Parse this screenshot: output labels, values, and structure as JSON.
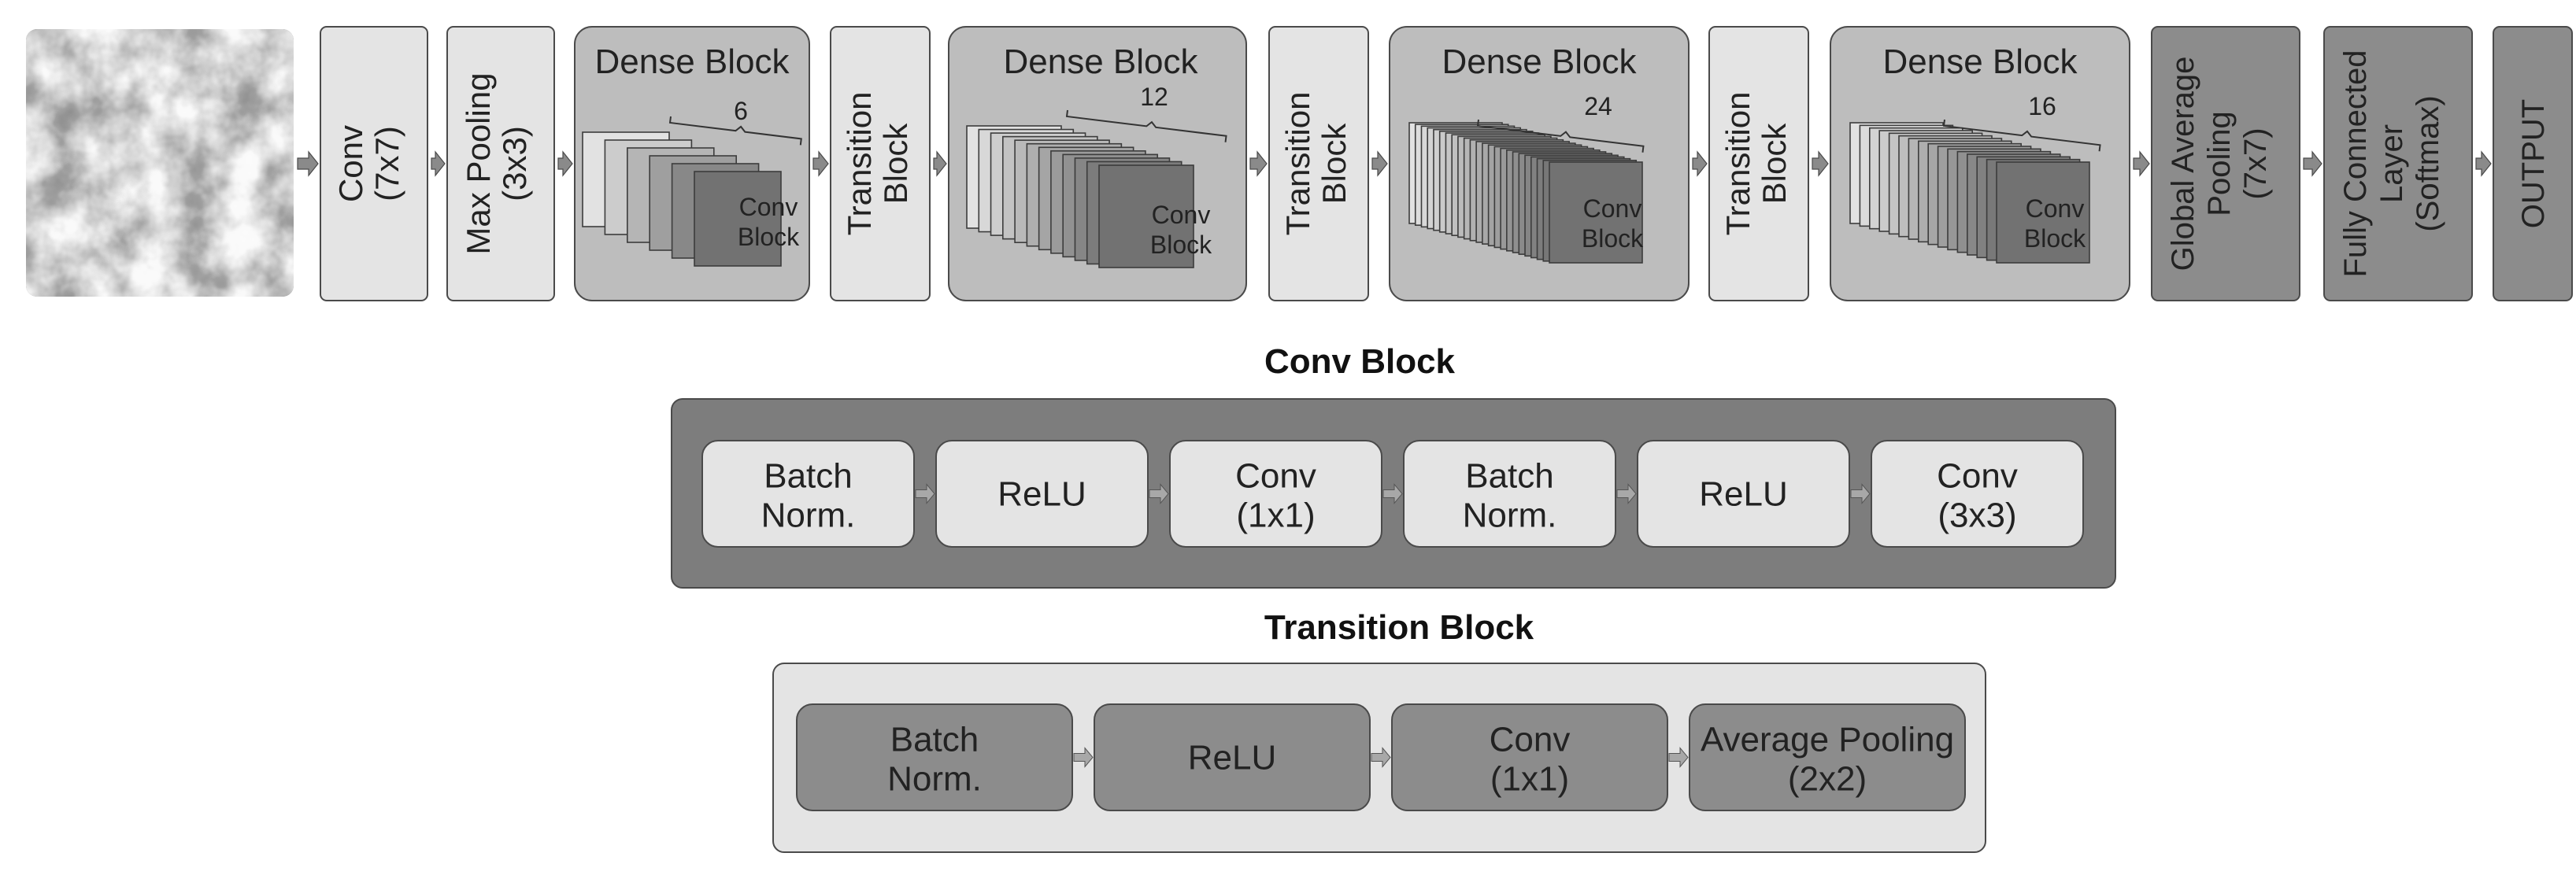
{
  "top_row": {
    "input_image": {
      "alt": "grayscale textured input image"
    },
    "conv": {
      "line1": "Conv",
      "line2": "(7x7)"
    },
    "max_pool": {
      "line1": "Max Pooling",
      "line2": "(3x3)"
    },
    "dense_blocks": [
      {
        "title": "Dense Block",
        "count": "6",
        "layers": 6,
        "inner_line1": "Conv",
        "inner_line2": "Block"
      },
      {
        "title": "Dense Block",
        "count": "12",
        "layers": 12,
        "inner_line1": "Conv",
        "inner_line2": "Block"
      },
      {
        "title": "Dense Block",
        "count": "24",
        "layers": 24,
        "inner_line1": "Conv",
        "inner_line2": "Block"
      },
      {
        "title": "Dense Block",
        "count": "16",
        "layers": 16,
        "inner_line1": "Conv",
        "inner_line2": "Block"
      }
    ],
    "transitions": [
      {
        "line1": "Transition",
        "line2": "Block"
      },
      {
        "line1": "Transition",
        "line2": "Block"
      },
      {
        "line1": "Transition",
        "line2": "Block"
      }
    ],
    "gap": {
      "line1": "Global Average",
      "line2": "Pooling",
      "line3": "(7x7)"
    },
    "fc": {
      "line1": "Fully Connected",
      "line2": "Layer",
      "line3": "(Softmax)"
    },
    "output": {
      "line1": "OUTPUT"
    }
  },
  "conv_block": {
    "title": "Conv Block",
    "items": [
      {
        "line1": "Batch",
        "line2": "Norm."
      },
      {
        "line1": "ReLU",
        "line2": ""
      },
      {
        "line1": "Conv",
        "line2": "(1x1)"
      },
      {
        "line1": "Batch",
        "line2": "Norm."
      },
      {
        "line1": "ReLU",
        "line2": ""
      },
      {
        "line1": "Conv",
        "line2": "(3x3)"
      }
    ]
  },
  "transition_block": {
    "title": "Transition Block",
    "items": [
      {
        "line1": "Batch",
        "line2": "Norm."
      },
      {
        "line1": "ReLU",
        "line2": ""
      },
      {
        "line1": "Conv",
        "line2": "(1x1)"
      },
      {
        "line1": "Average Pooling",
        "line2": "(2x2)"
      }
    ]
  },
  "colors": {
    "light_box": "#e4e4e4",
    "mid_box": "#bdbdbd",
    "dark_box": "#8c8c8c",
    "dark_panel": "#7d7d7d",
    "border": "#4a4a4a",
    "arrow": "#8a8a8a"
  }
}
